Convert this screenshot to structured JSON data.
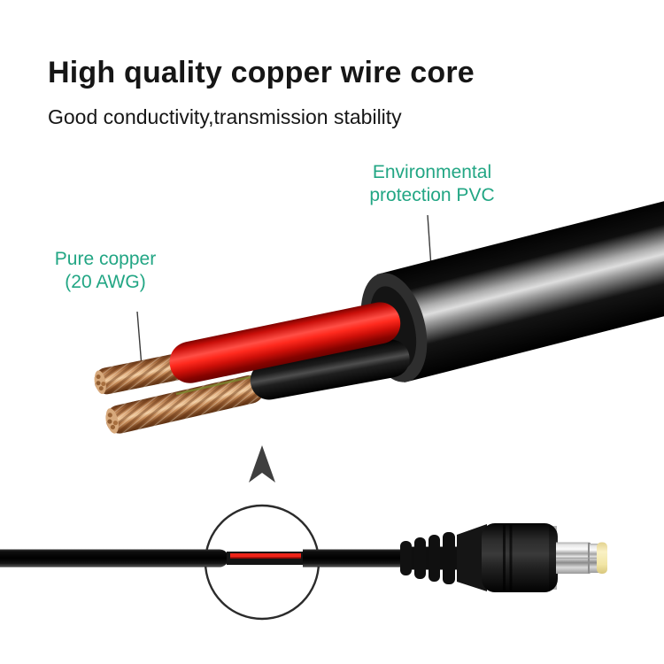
{
  "header": {
    "title": "High quality copper wire core",
    "subtitle": "Good conductivity,transmission stability"
  },
  "annotations": {
    "pvc_label": {
      "line1": "Environmental",
      "line2": "protection PVC"
    },
    "copper_label": {
      "line1": "Pure copper",
      "line2": "(20 AWG)"
    }
  },
  "colors": {
    "label_green": "#22a684",
    "text_black": "#161616",
    "wire_red": "#ee2419",
    "jacket_black": "#0b0b0b",
    "copper_tan": "#c9935f",
    "metal_silver": "#d9d9d9",
    "tip_cream": "#f6ecae"
  }
}
